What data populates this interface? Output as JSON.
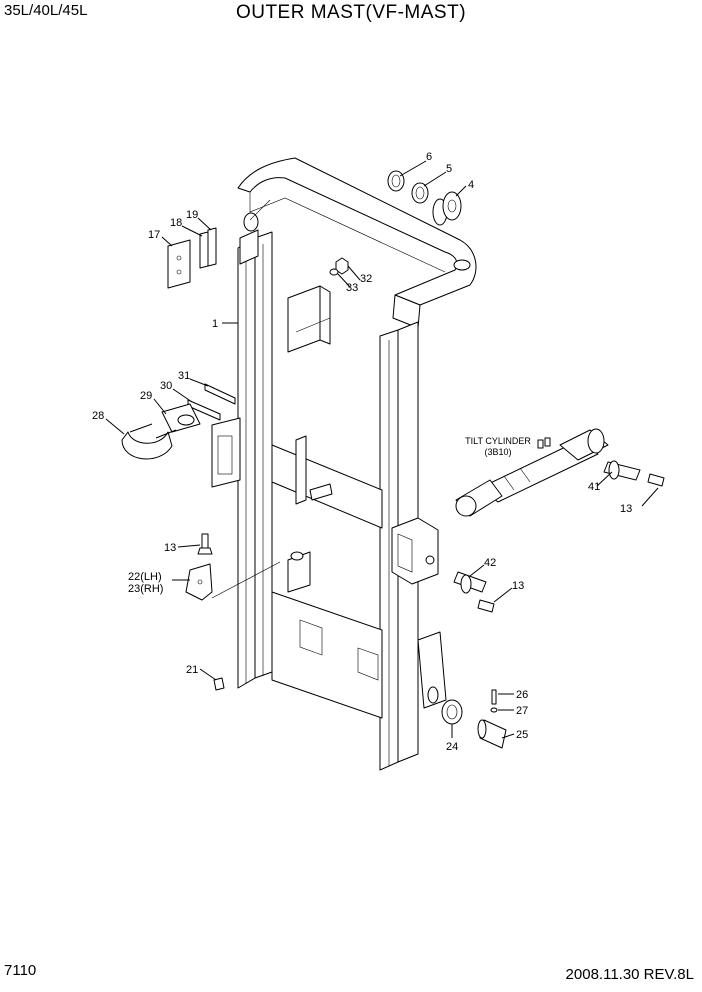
{
  "header": {
    "model": "35L/40L/45L",
    "title": "OUTER MAST(VF-MAST)"
  },
  "footer": {
    "page_number": "7110",
    "revision": "2008.11.30  REV.8L"
  },
  "callouts": [
    "6",
    "5",
    "4",
    "19",
    "18",
    "17",
    "32",
    "33",
    "1",
    "31",
    "30",
    "29",
    "28",
    "13",
    "22(LH)",
    "23(RH)",
    "21",
    "42",
    "13",
    "41",
    "13",
    "26",
    "27",
    "25",
    "24"
  ],
  "subassembly_label": {
    "line1": "TILT CYLINDER",
    "line2": "(3B10)"
  }
}
